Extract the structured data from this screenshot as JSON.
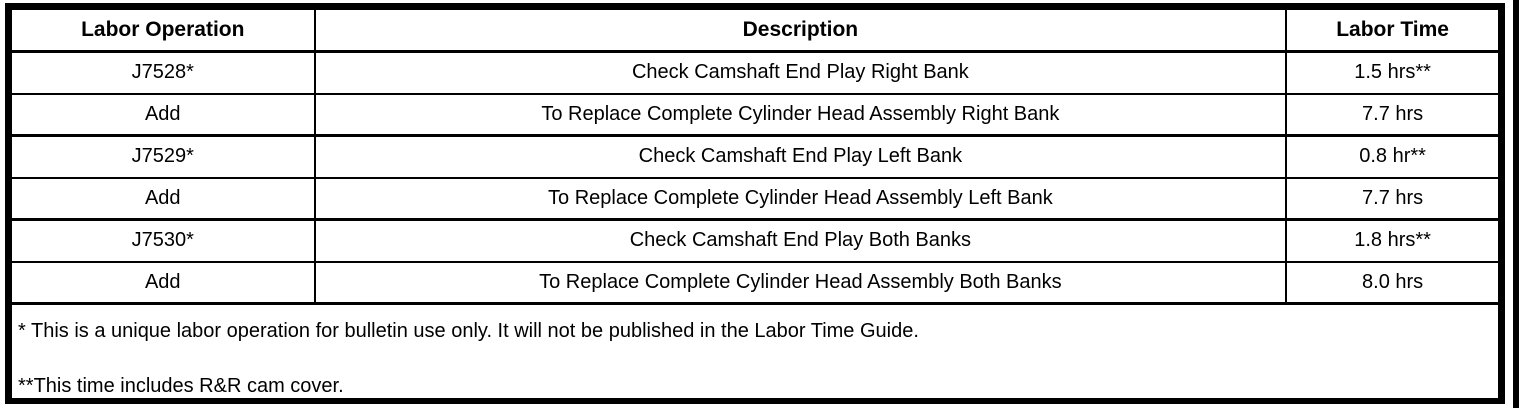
{
  "colors": {
    "border": "#000000",
    "background": "#ffffff",
    "text": "#000000"
  },
  "table": {
    "headers": [
      "Labor Operation",
      "Description",
      "Labor Time"
    ],
    "rows": [
      {
        "operation": "J7528*",
        "description": "Check Camshaft End Play Right Bank",
        "time": "1.5 hrs**"
      },
      {
        "operation": "Add",
        "description": "To Replace Complete Cylinder Head Assembly Right Bank",
        "time": "7.7 hrs"
      },
      {
        "operation": "J7529*",
        "description": "Check Camshaft End Play Left Bank",
        "time": "0.8 hr**"
      },
      {
        "operation": "Add",
        "description": "To Replace Complete Cylinder Head Assembly Left Bank",
        "time": "7.7 hrs"
      },
      {
        "operation": "J7530*",
        "description": "Check Camshaft End Play Both Banks",
        "time": "1.8 hrs**"
      },
      {
        "operation": "Add",
        "description": "To Replace Complete Cylinder Head Assembly Both Banks",
        "time": "8.0 hrs"
      }
    ],
    "footnotes": [
      "* This is a unique labor operation for bulletin use only. It will not be published in the Labor Time Guide.",
      "**This time includes R&R cam cover."
    ]
  }
}
